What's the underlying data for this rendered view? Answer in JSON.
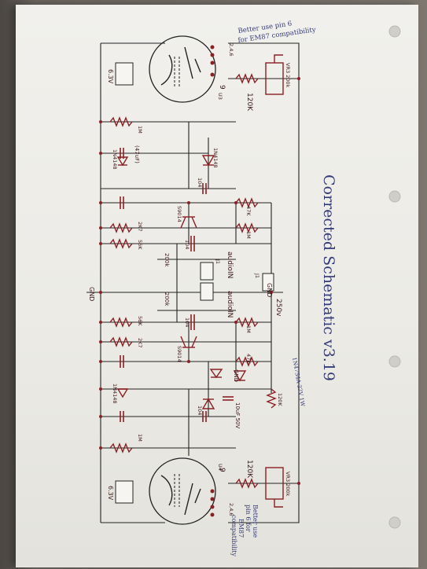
{
  "title": "Corrected Schematic v3.19",
  "notes": {
    "top": [
      "Better use pin 6",
      "for EM87 compatibility"
    ],
    "bottom": [
      "Better use",
      "pin 6 for",
      "EM87",
      "compatibility"
    ]
  },
  "labels": {
    "u3": "U3",
    "u4": "U4",
    "heater_top": "6.3V",
    "heater_bottom": "6.3V",
    "hv": "250v",
    "gnd_top": "GND",
    "gnd_j1": "GND",
    "gnd_left": "GND",
    "audio_in_1": "audioIN",
    "audio_in_2": "audioIN",
    "j1": "J1",
    "j2": "J1",
    "r120k_top": "120K",
    "r120k_bot": "120K",
    "r47k_1": "47K",
    "r1m_1": "1M",
    "r47k_2": "47K",
    "r1m_2": "1M",
    "vr_top": "VR3 200k",
    "vr_bot": "VR3 200k",
    "r120k_small": "120K",
    "c_4u7": "(47uF)",
    "d_1n4148": "1N4148",
    "pot_left_1": "200k",
    "pot_left_2": "200k",
    "r1m_left_1": "1M",
    "r1m_left_2": "1M",
    "r2k7_1": "2K7",
    "r2k7_2": "2K7",
    "r56k_1": "56K",
    "r56k_2": "56K",
    "c104_1": "104",
    "c104_2": "104",
    "c104_3": "104",
    "c104_4": "104",
    "s9014_1": "S9014",
    "s9014_2": "S9014",
    "c10u": "10uF 50V",
    "d1n4148_2": "1N4148",
    "d1n4148_3": "1N4148",
    "zener": "1N4754A 22V 1W",
    "pin_top_a": "2,4,6",
    "pin_bot_a": "2,4,6",
    "pin_top_9": "9",
    "pin_bot_9": "9"
  },
  "colors": {
    "wire": "#222222",
    "component": "#8a1f24",
    "ink": "#333a78",
    "paper": "#eeede8"
  }
}
